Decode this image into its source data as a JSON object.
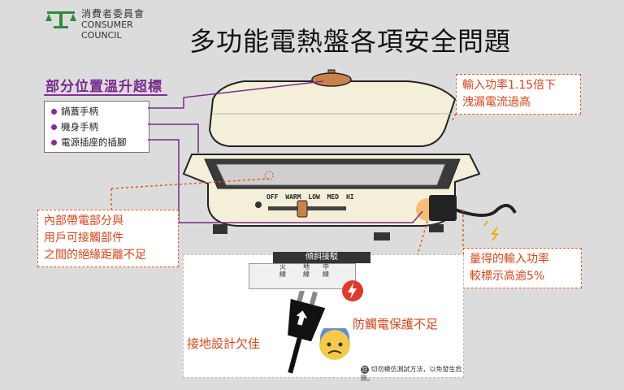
{
  "logo": {
    "zh": "消費者委員會",
    "en": "CONSUMER COUNCIL"
  },
  "title": "多功能電熱盤各項安全問題",
  "temp_section": {
    "title": "部分位置溫升超標",
    "items": [
      "鍋蓋手柄",
      "機身手柄",
      "電源插座的插腳"
    ]
  },
  "callouts": {
    "top_right": [
      "輸入功率1.15倍下",
      "洩漏電流過高"
    ],
    "left": [
      "內部帶電部分與",
      "用戶可接觸部件",
      "之間的絕緣距離不足"
    ],
    "right": [
      "量得的輸入功率",
      "較標示高逾5%"
    ]
  },
  "dial_labels": {
    "off": "OFF",
    "warm": "WARM",
    "low": "LOW",
    "med": "MED",
    "hi": "HI"
  },
  "socket": {
    "header": "傾斜接駁",
    "labels": [
      "火線",
      "地線",
      "中線"
    ]
  },
  "warnings": {
    "ground": "接地設計欠佳",
    "shock": "防觸電保護不足"
  },
  "note": "切勿模仿測試方法，以免發生危險。",
  "note_mark": "註",
  "colors": {
    "accent_purple": "#7a2a8f",
    "accent_red": "#d9451a",
    "background": "#dcdcdc"
  }
}
